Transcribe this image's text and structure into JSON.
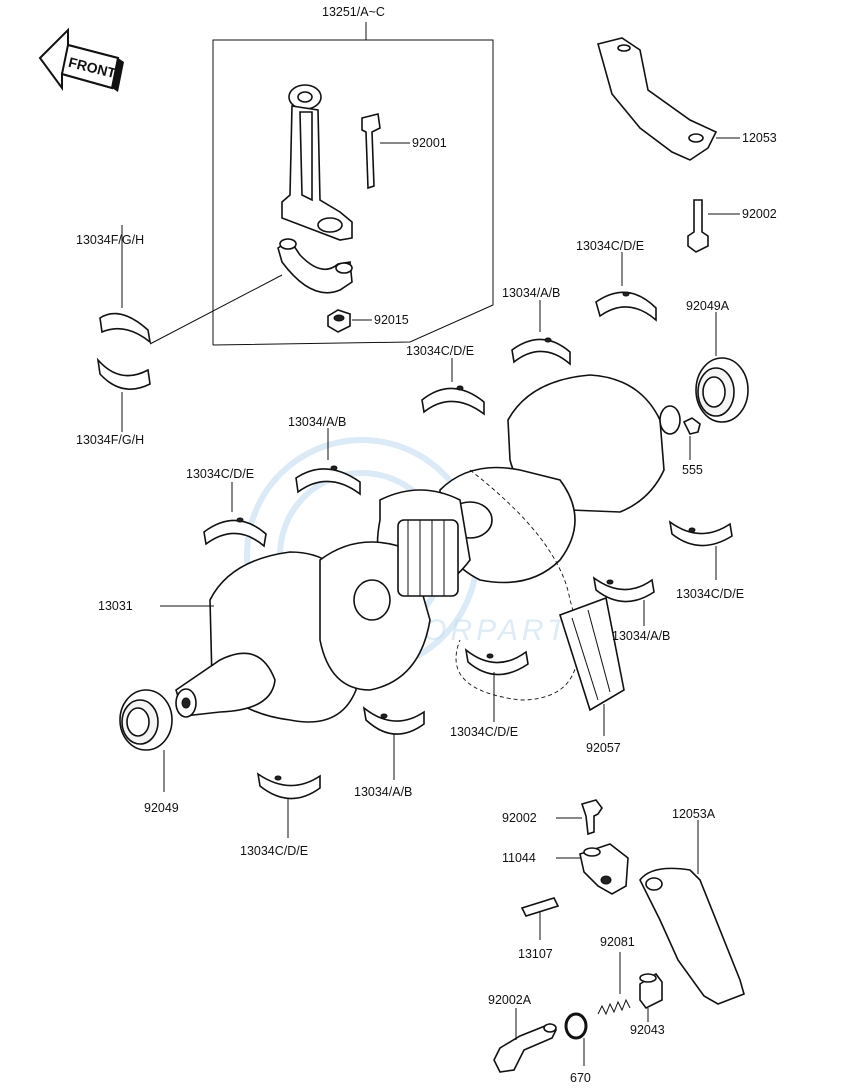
{
  "front_badge": "FRONT",
  "watermark": {
    "brand": "MOTORPARTS"
  },
  "labels": {
    "conrod_assy": "13251/A~C",
    "conrod_bolt": "92001",
    "conrod_nut": "92015",
    "bearing_fgh_top": "13034F/G/H",
    "bearing_fgh_bottom": "13034F/G/H",
    "bracket": "12053",
    "bracket_bolt": "92002",
    "bearing_cde_1": "13034C/D/E",
    "bearing_ab_1": "13034/A/B",
    "oil_seal_right": "92049A",
    "bearing_cde_2": "13034C/D/E",
    "pin_555": "555",
    "bearing_ab_2": "13034/A/B",
    "bearing_cde_3": "13034C/D/E",
    "crankshaft": "13031",
    "bearing_cde_4": "13034C/D/E",
    "bearing_ab_3": "13034/A/B",
    "bearing_cde_5": "13034C/D/E",
    "chain": "92057",
    "bearing_ab_4": "13034/A/B",
    "oil_seal_left": "92049",
    "bearing_cde_6": "13034C/D/E",
    "bolt_lower": "92002",
    "guide_holder": "11044",
    "guide": "12053A",
    "rod_13107": "13107",
    "spring": "92081",
    "bolt_cap": "92002A",
    "plunger": "92043",
    "o_ring": "670"
  }
}
